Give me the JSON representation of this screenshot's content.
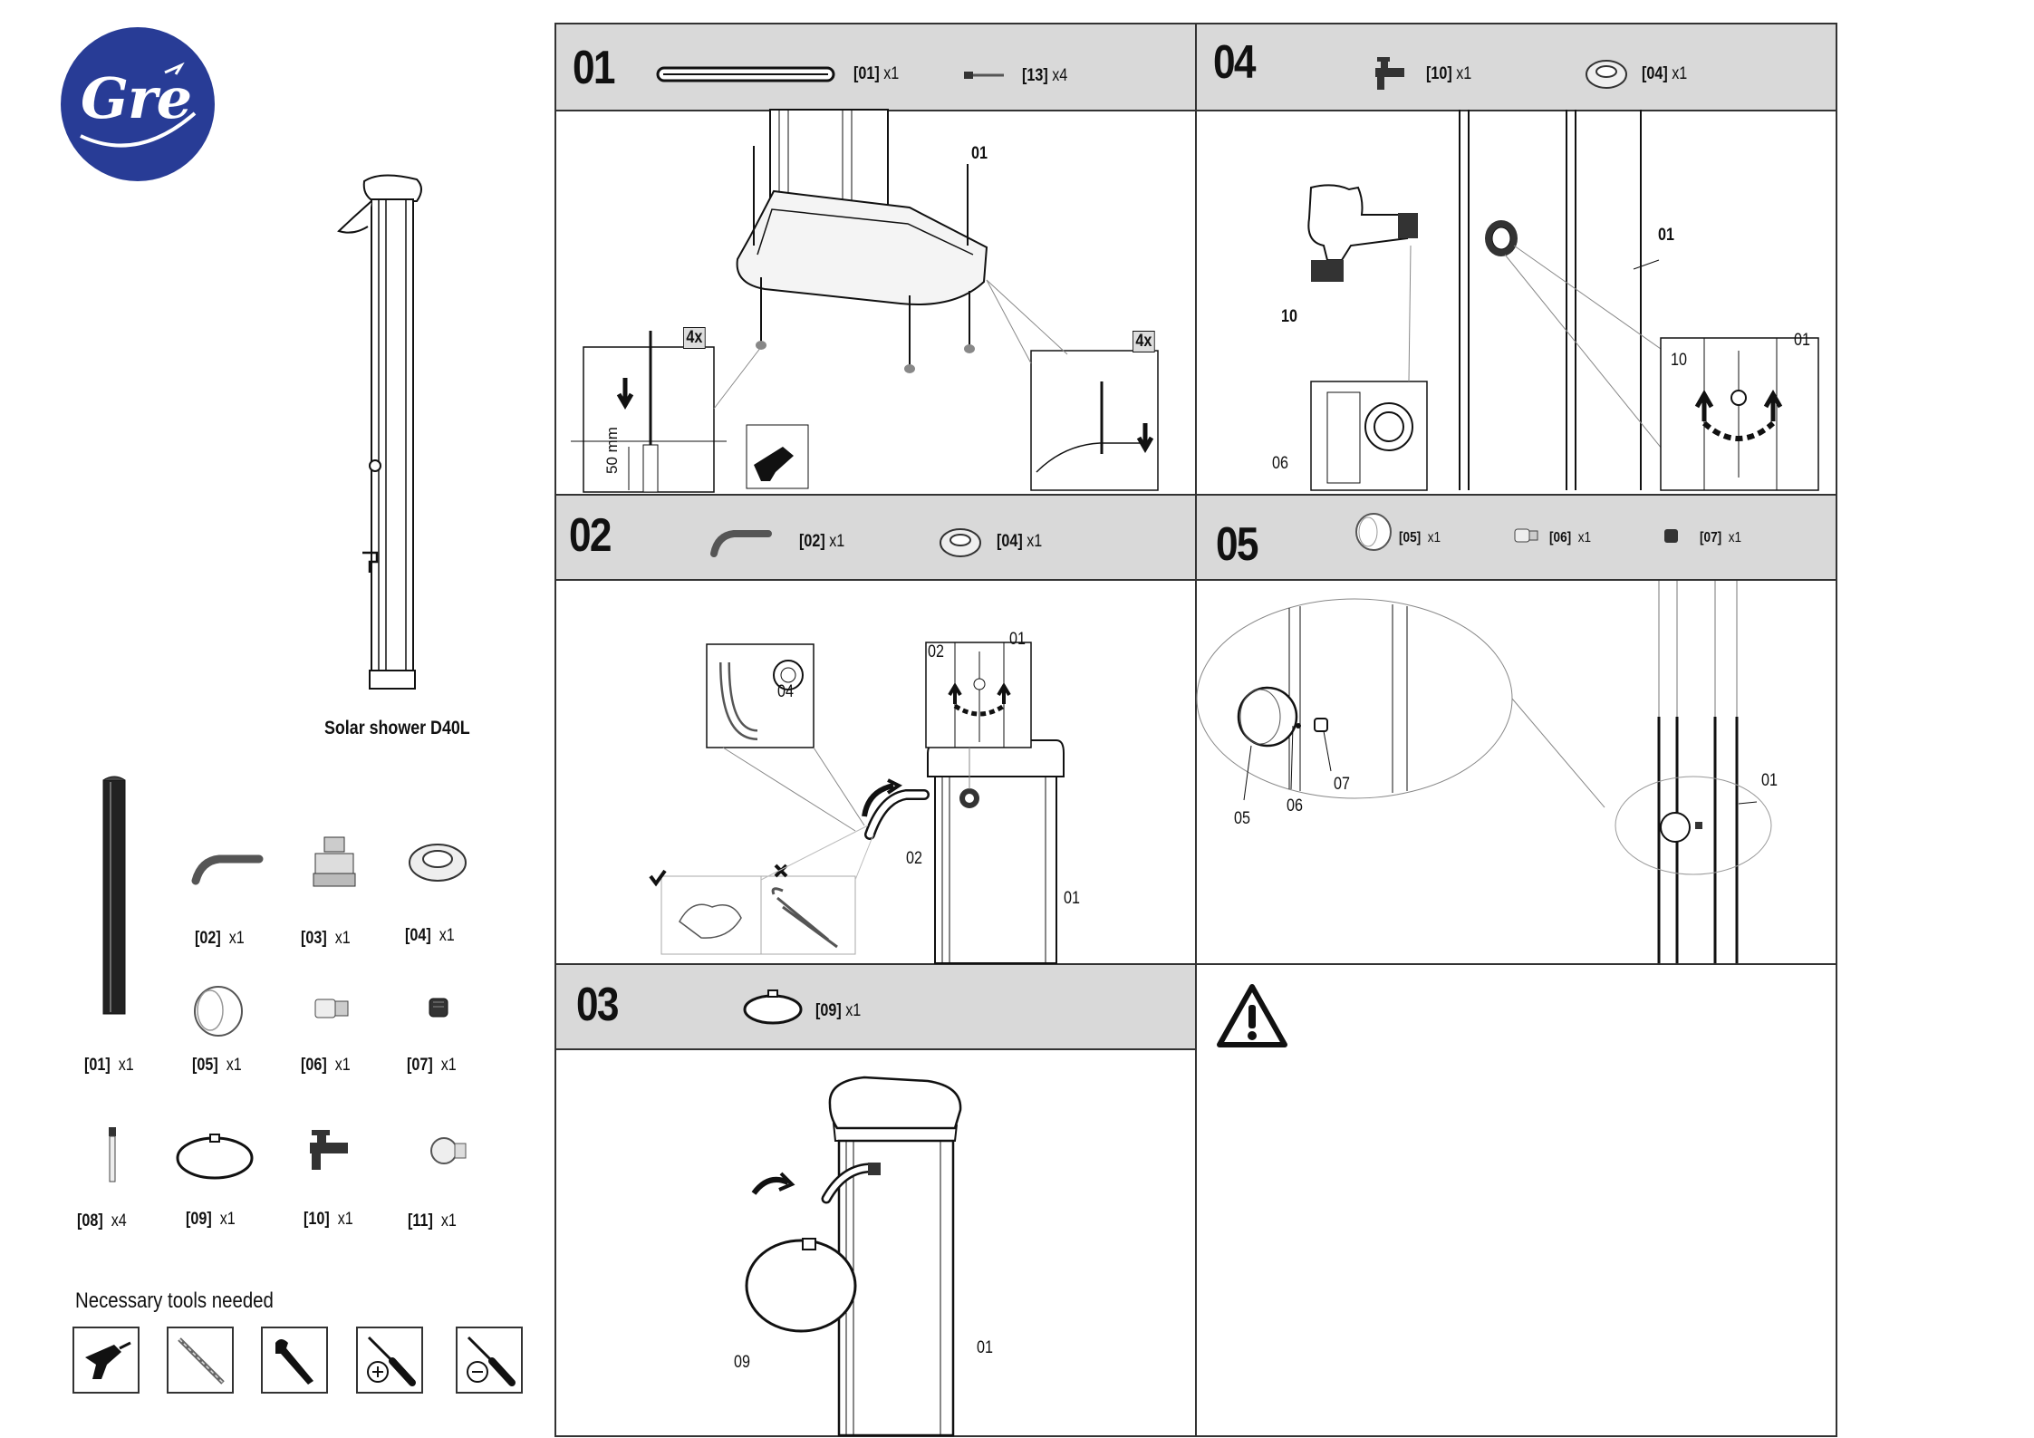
{
  "brand": {
    "logo_text": "Gre",
    "color": "#283c96"
  },
  "product": {
    "name": "Solar shower D40L"
  },
  "parts": [
    {
      "id": "[01]",
      "qty": "x1",
      "icon": "shower-column-icon"
    },
    {
      "id": "[02]",
      "qty": "x1",
      "icon": "elbow-pipe-icon"
    },
    {
      "id": "[03]",
      "qty": "x1",
      "icon": "hose-adapter-icon"
    },
    {
      "id": "[04]",
      "qty": "x1",
      "icon": "gasket-ring-icon"
    },
    {
      "id": "[05]",
      "qty": "x1",
      "icon": "cap-icon"
    },
    {
      "id": "[06]",
      "qty": "x1",
      "icon": "connector-icon"
    },
    {
      "id": "[07]",
      "qty": "x1",
      "icon": "nut-icon"
    },
    {
      "id": "[08]",
      "qty": "x4",
      "icon": "screw-anchor-icon"
    },
    {
      "id": "[09]",
      "qty": "x1",
      "icon": "shower-head-icon"
    },
    {
      "id": "[10]",
      "qty": "x1",
      "icon": "tap-icon"
    },
    {
      "id": "[11]",
      "qty": "x1",
      "icon": "tap-adapter-icon"
    }
  ],
  "tools": {
    "title": "Necessary tools needed",
    "items": [
      "drill-icon",
      "drill-bit-icon",
      "wrench-icon",
      "phillips-screwdriver-icon",
      "flat-screwdriver-icon"
    ]
  },
  "steps": {
    "s01": {
      "number": "01",
      "parts": [
        {
          "id": "[01]",
          "qty": "x1"
        },
        {
          "id": "[13]",
          "qty": "x4"
        }
      ],
      "labels": {
        "column": "01",
        "count_left": "4x",
        "count_right": "4x",
        "depth": "50 mm"
      }
    },
    "s02": {
      "number": "02",
      "parts": [
        {
          "id": "[02]",
          "qty": "x1"
        },
        {
          "id": "[04]",
          "qty": "x1"
        }
      ],
      "labels": {
        "gasket": "04",
        "elbow_detail": "02",
        "column_detail": "01",
        "elbow": "02",
        "column": "01"
      }
    },
    "s03": {
      "number": "03",
      "parts": [
        {
          "id": "[09]",
          "qty": "x1"
        }
      ],
      "labels": {
        "head": "09",
        "column": "01"
      }
    },
    "s04": {
      "number": "04",
      "parts": [
        {
          "id": "[10]",
          "qty": "x1"
        },
        {
          "id": "[04]",
          "qty": "x1"
        }
      ],
      "labels": {
        "tap": "10",
        "gasket": "06",
        "column": "01",
        "detail_tap": "10",
        "detail_column": "01"
      }
    },
    "s05": {
      "number": "05",
      "parts": [
        {
          "id": "[05]",
          "qty": "x1"
        },
        {
          "id": "[06]",
          "qty": "x1"
        },
        {
          "id": "[07]",
          "qty": "x1"
        }
      ],
      "labels": {
        "cap": "05",
        "connector": "06",
        "nut": "07",
        "column": "01"
      }
    }
  },
  "warning": {
    "icon": "warning-triangle-icon"
  }
}
